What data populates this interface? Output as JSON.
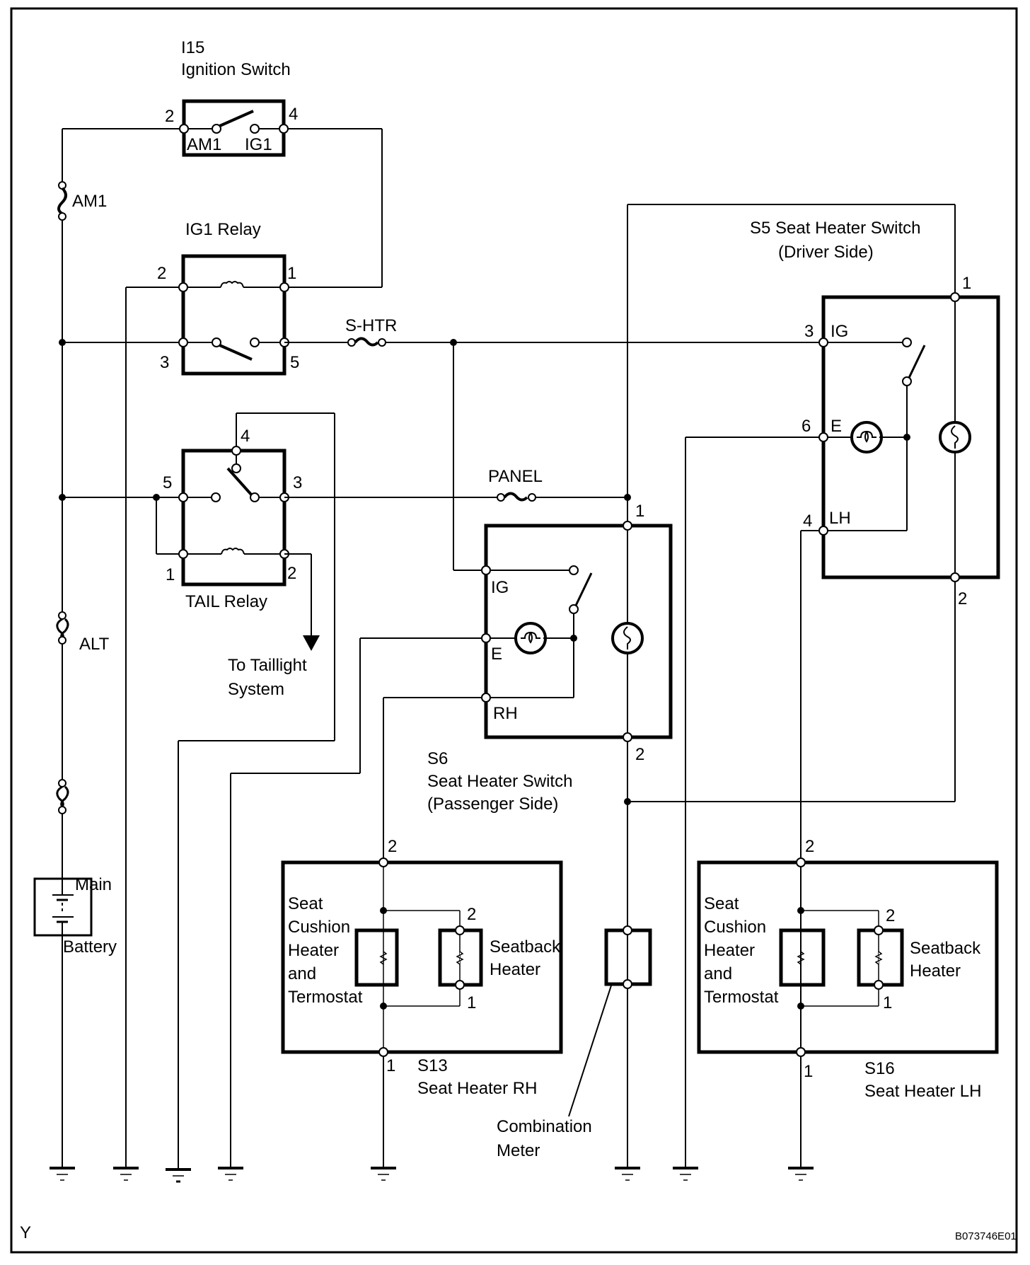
{
  "diagram": {
    "id_code": "B073746E01",
    "corner_mark": "Y",
    "components": {
      "ignition_switch": {
        "code": "I15",
        "name": "Ignition Switch",
        "pins": [
          "2",
          "4"
        ],
        "contacts": [
          "AM1",
          "IG1"
        ]
      },
      "ig1_relay": {
        "name": "IG1 Relay",
        "pins": [
          "2",
          "1",
          "3",
          "5"
        ]
      },
      "tail_relay": {
        "name": "TAIL Relay",
        "pins": [
          "4",
          "5",
          "3",
          "1",
          "2"
        ]
      },
      "s5": {
        "title": "S5 Seat Heater Switch",
        "subtitle": "(Driver Side)",
        "pins": [
          "1",
          "3",
          "6",
          "4",
          "2"
        ],
        "terminals": [
          "IG",
          "E",
          "LH"
        ]
      },
      "s6": {
        "code": "S6",
        "title": "Seat Heater Switch",
        "subtitle": "(Passenger Side)",
        "pins": [
          "1",
          "2"
        ],
        "terminals": [
          "IG",
          "E",
          "RH"
        ]
      },
      "s13": {
        "code": "S13",
        "name": "Seat Heater RH",
        "pins": [
          "2",
          "1"
        ],
        "inner_pins": [
          "2",
          "1"
        ]
      },
      "s16": {
        "code": "S16",
        "name": "Seat Heater LH",
        "pins": [
          "2",
          "1"
        ],
        "inner_pins": [
          "2",
          "1"
        ]
      },
      "combination_meter": {
        "name_line1": "Combination",
        "name_line2": "Meter"
      },
      "battery": {
        "name": "Battery"
      }
    },
    "heater_labels": {
      "cushion": [
        "Seat",
        "Cushion",
        "Heater",
        "and",
        "Termostat"
      ],
      "seatback": [
        "Seatback",
        "Heater"
      ]
    },
    "fuses": {
      "am1": "AM1",
      "alt": "ALT",
      "main": "Main",
      "s_htr": "S-HTR",
      "panel": "PANEL"
    },
    "taillight": {
      "line1": "To Taillight",
      "line2": "System"
    }
  }
}
